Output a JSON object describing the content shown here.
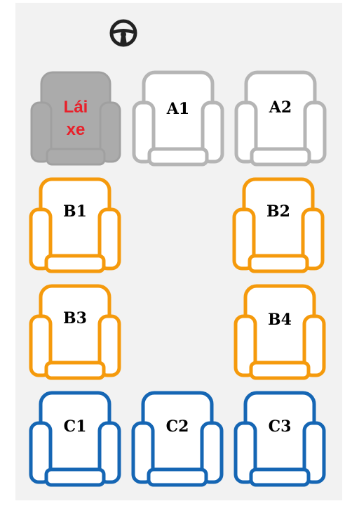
{
  "steering_icon": "steering-wheel-icon",
  "colors": {
    "driver": "#ababab",
    "row_a": "#b5b5b5",
    "row_b": "#f59a0c",
    "row_c": "#1566b4",
    "driver_label": "#e8202a"
  },
  "seats": {
    "driver": {
      "label": "Lái xe",
      "line1": "Lái",
      "line2": "xe"
    },
    "a1": {
      "label": "A1"
    },
    "a2": {
      "label": "A2"
    },
    "b1": {
      "label": "B1"
    },
    "b2": {
      "label": "B2"
    },
    "b3": {
      "label": "B3"
    },
    "b4": {
      "label": "B4"
    },
    "c1": {
      "label": "C1"
    },
    "c2": {
      "label": "C2"
    },
    "c3": {
      "label": "C3"
    }
  }
}
